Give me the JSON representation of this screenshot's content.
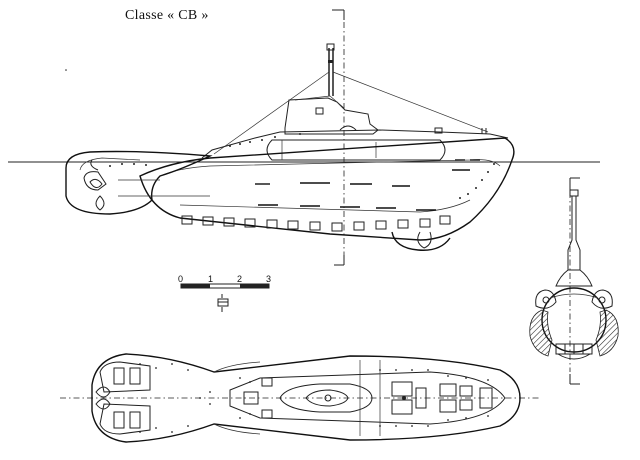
{
  "title": "Classe  « CB »",
  "scale_bar": {
    "ticks": [
      "0",
      "1",
      "2",
      "3"
    ]
  },
  "views": [
    "side-profile",
    "plan-view",
    "cross-section"
  ],
  "colors": {
    "ink": "#222222",
    "paper": "#ffffff"
  }
}
